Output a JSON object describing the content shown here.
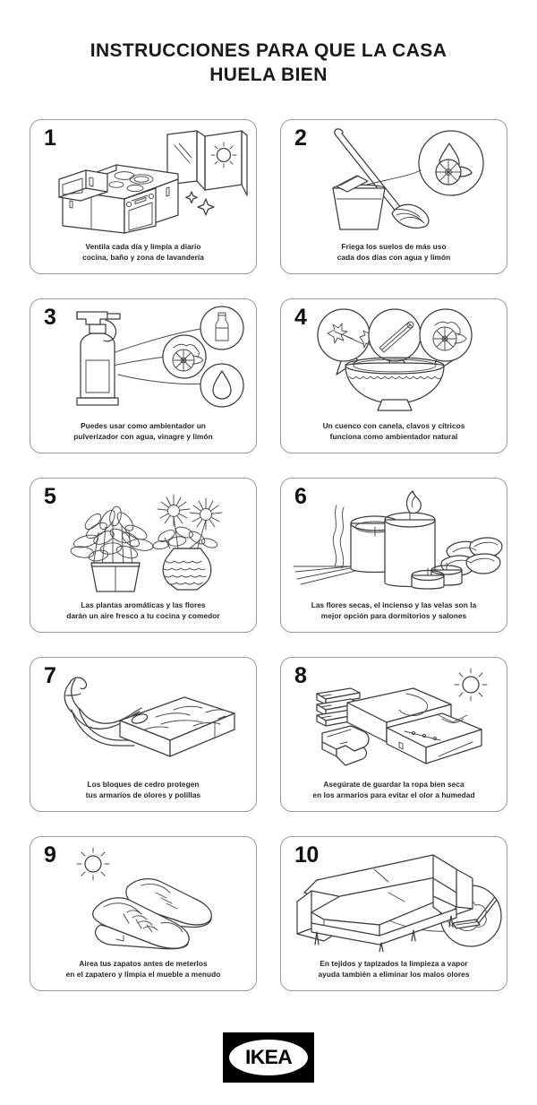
{
  "title": {
    "line1": "INSTRUCCIONES PARA QUE LA CASA",
    "line2": "HUELA BIEN"
  },
  "cards": [
    {
      "number": "1",
      "caption_line1": "Ventila cada día y limpia a diario",
      "caption_line2": "cocina, baño y zona de lavandería",
      "illustration": "kitchen-with-open-window-and-sun"
    },
    {
      "number": "2",
      "caption_line1": "Friega los suelos de más uso",
      "caption_line2": "cada dos días con agua y limón",
      "illustration": "mop-and-bucket-with-water-drop-and-lemon-callout"
    },
    {
      "number": "3",
      "caption_line1": "Puedes usar como ambientador un",
      "caption_line2": "pulverizador con agua, vinagre y limón",
      "illustration": "spray-bottle-with-vinegar-lemon-and-water-callouts"
    },
    {
      "number": "4",
      "caption_line1": "Un cuenco con canela, clavos y cítricos",
      "caption_line2": "funciona como ambientador natural",
      "illustration": "bowl-with-cloves-cinnamon-and-citrus-callouts"
    },
    {
      "number": "5",
      "caption_line1": "Las plantas aromáticas y las flores",
      "caption_line2": "darán un aire fresco a tu cocina y comedor",
      "illustration": "potted-herb-plant-and-flower-vase"
    },
    {
      "number": "6",
      "caption_line1": "Las flores secas, el incienso y las velas son la",
      "caption_line2": "mejor opción para dormitorios y salones",
      "illustration": "candles-incense-sticks-and-dried-petals"
    },
    {
      "number": "7",
      "caption_line1": "Los bloques de cedro protegen",
      "caption_line2": "tus armarios de olores y polillas",
      "illustration": "cedar-block-with-cord"
    },
    {
      "number": "8",
      "caption_line1": "Asegúrate de guardar la ropa bien seca",
      "caption_line2": "en los armarios para evitar el olor a humedad",
      "illustration": "folded-clothes-with-sun"
    },
    {
      "number": "9",
      "caption_line1": "Airea tus zapatos antes de meterlos",
      "caption_line2": "en el zapatero y limpia el mueble a menudo",
      "illustration": "pair-of-sneakers-with-sun"
    },
    {
      "number": "10",
      "caption_line1": "En tejidos y tapizados la limpieza a vapor",
      "caption_line2": "ayuda también a eliminar los malos olores",
      "illustration": "sofa-with-steam-cleaner-callout"
    }
  ],
  "footer": {
    "logo_text": "IKEA"
  },
  "colors": {
    "background": "#ffffff",
    "text": "#1a1a1a",
    "line_art": "#3d3d3d",
    "card_border": "#9a9a9a",
    "logo_background": "#000000"
  }
}
